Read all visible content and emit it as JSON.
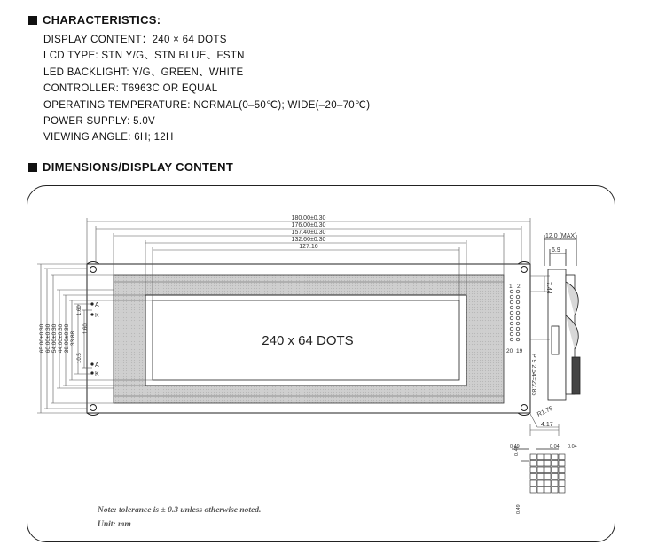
{
  "characteristics": {
    "heading": "CHARACTERISTICS:",
    "items": [
      "DISPLAY CONTENT：240 × 64 DOTS",
      "LCD TYPE: STN Y/G、STN BLUE、FSTN",
      "LED BACKLIGHT: Y/G、GREEN、WHITE",
      "CONTROLLER: T6963C OR EQUAL",
      "OPERATING TEMPERATURE: NORMAL(0–50℃); WIDE(–20–70℃)",
      "POWER SUPPLY: 5.0V",
      "VIEWING ANGLE: 6H; 12H"
    ]
  },
  "dimensions": {
    "heading": "DIMENSIONS/DISPLAY CONTENT",
    "display_text": "240 x 64 DOTS",
    "width_dims": [
      "180.00±0.30",
      "176.00±0.30",
      "157.40±0.30",
      "132.60±0.30",
      "127.16"
    ],
    "height_dims": [
      "33.88",
      "39.00±0.30",
      "44.00±0.30",
      "54.00±0.30",
      "60.00±0.30",
      "65.00±0.30"
    ],
    "inner_dims": [
      "1.60",
      "1.60",
      "10.5"
    ],
    "led_labels": [
      "A",
      "K",
      "A",
      "K"
    ],
    "pin_labels": {
      "top": "1",
      "bottom": "20",
      "right_top": "2",
      "right_bottom": "19"
    },
    "pin_pitch": "P 9 2.54=22.86",
    "right_dims": [
      "7.44",
      "R1.75",
      "4.17"
    ],
    "side_dims": [
      "12.0 (MAX)",
      "6.9"
    ],
    "dot_dims": [
      "0.49",
      "0.44",
      "0.04",
      "0.04",
      "0.49"
    ],
    "note": "Note: tolerance is ± 0.3 unless otherwise noted.",
    "unit": "Unit: mm"
  }
}
